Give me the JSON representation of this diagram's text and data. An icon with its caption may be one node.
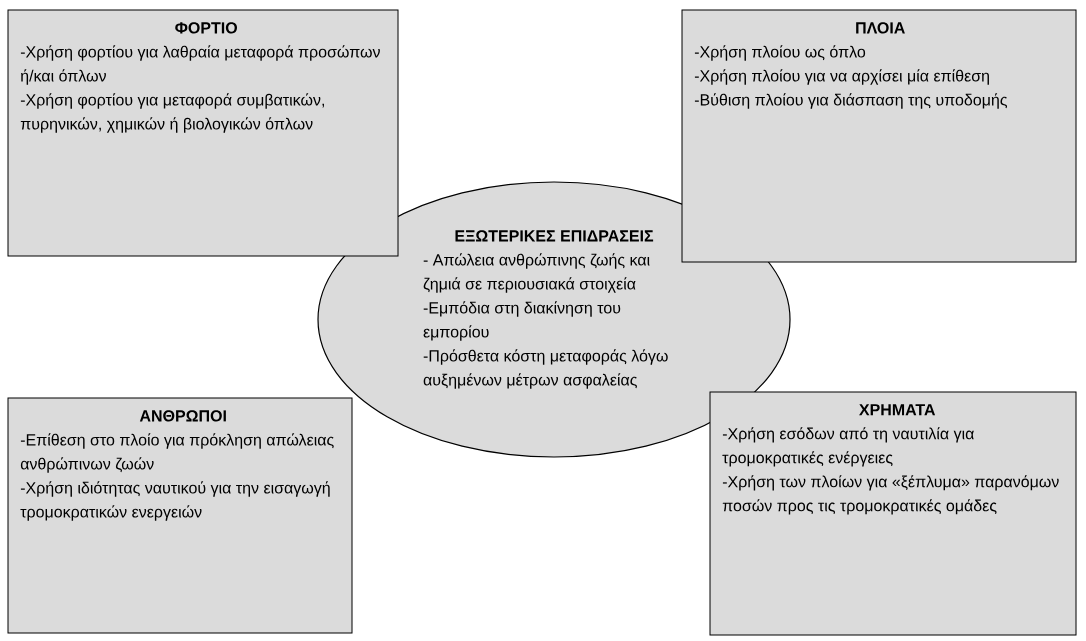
{
  "diagram": {
    "nodes": [
      {
        "text": [
          "ΦΟΡΤΙΟ",
          "-Χρήση φορτίου για λαθραία μεταφορά προσώπων ή/και όπλων",
          "-Χρήση φορτίου για μεταφορά συμβατικών, πυρηνικών, χημικών ή βιολογικών όπλων"
        ]
      },
      {
        "text": [
          "ΠΛΟΙΑ",
          "-Χρήση πλοίου ως όπλο",
          "-Χρήση πλοίου για να αρχίσει μία επίθεση",
          "-Βύθιση πλοίου για διάσπαση της υποδομής"
        ]
      },
      {
        "text": [
          "ΕΞΩΤΕΡΙΚΕΣ ΕΠΙΔΡΑΣΕΙΣ",
          "- Απώλεια ανθρώπινης ζωής και ζημιά σε περιουσιακά στοιχεία",
          "-Εμπόδια στη διακίνηση του εμπορίου",
          "-Πρόσθετα κόστη μεταφοράς λόγω αυξημένων μέτρων ασφαλείας"
        ]
      },
      {
        "text": [
          "ΑΝΘΡΩΠΟΙ",
          "-Επίθεση στο πλοίο για πρόκληση απώλειας ανθρώπινων ζωών",
          "-Χρήση ιδιότητας ναυτικού για την εισαγωγή τρομοκρατικών ενεργειών"
        ]
      },
      {
        "text": [
          "ΧΡΗΜΑΤΑ",
          "-Χρήση εσόδων από τη ναυτιλία για τρομοκρατικές ενέργειες",
          "-Χρήση των πλοίων για «ξέπλυμα» παρανόμων ποσών προς τις τρομοκρατικές ομάδες"
        ]
      }
    ]
  }
}
